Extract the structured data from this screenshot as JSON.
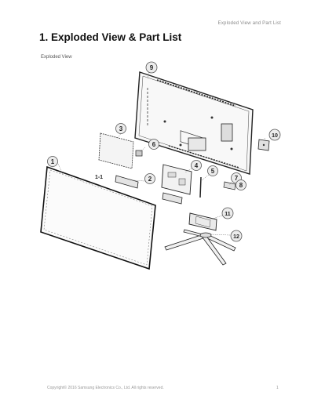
{
  "header": {
    "running_title": "Exploded View and Part List"
  },
  "title": "1.  Exploded View & Part List",
  "section_label": "Exploded View",
  "parts": [
    {
      "number": "1"
    },
    {
      "number": "2"
    },
    {
      "number": "3"
    },
    {
      "number": "4"
    },
    {
      "number": "5"
    },
    {
      "number": "6"
    },
    {
      "number": "7"
    },
    {
      "number": "8"
    },
    {
      "number": "9"
    },
    {
      "number": "10"
    },
    {
      "number": "11"
    },
    {
      "number": "12"
    },
    {
      "number": "1-1"
    }
  ],
  "footer": {
    "copyright": "Copyright© 2016  Samsung Electronics Co., Ltd. All rights reserved.",
    "page_number": "1"
  }
}
